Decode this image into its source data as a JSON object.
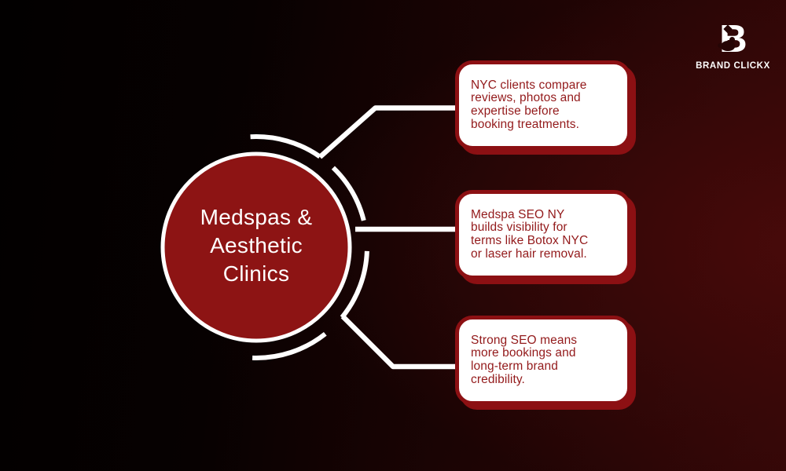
{
  "diagram": {
    "center_label": "Medspas &\nAesthetic\nClinics",
    "branches": [
      {
        "text": "NYC clients compare\nreviews, photos and\nexpertise before\nbooking treatments."
      },
      {
        "text": "Medspa SEO NY\nbuilds visibility for\nterms like Botox NYC\nor laser hair removal."
      },
      {
        "text": "Strong SEO means\nmore bookings and\nlong-term brand\ncredibility."
      }
    ]
  },
  "brand": {
    "logo_letter": "B",
    "name": "BRAND CLICKX"
  },
  "colors": {
    "background_left": "#020000",
    "background_right": "#3e0808",
    "circle_fill": "#8d1414",
    "circle_stroke": "#ffffff",
    "box_fill": "#ffffff",
    "box_border": "#8c1013",
    "box_text": "#931a1b",
    "connector": "#ffffff"
  }
}
